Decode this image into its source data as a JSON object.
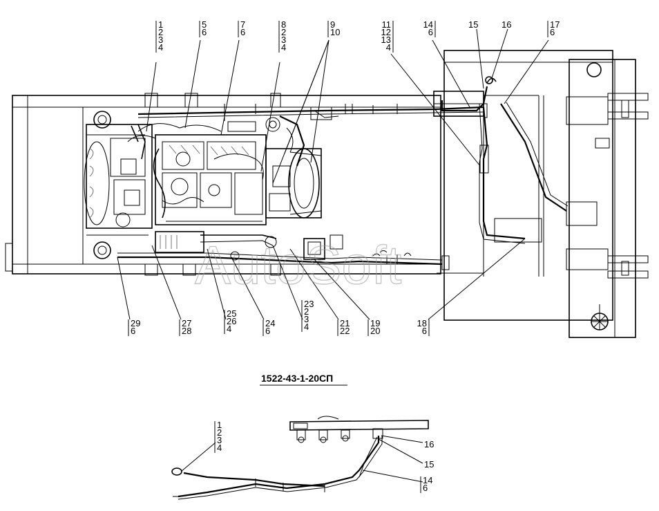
{
  "drawing": {
    "number": "1522-43-1-20СП",
    "watermark": "AutoSoft"
  },
  "callouts_top": [
    {
      "id": "c1",
      "lines": [
        "1",
        "2",
        "3",
        "4"
      ]
    },
    {
      "id": "c5",
      "lines": [
        "5",
        "6"
      ]
    },
    {
      "id": "c7",
      "lines": [
        "7",
        "6"
      ]
    },
    {
      "id": "c8",
      "lines": [
        "8",
        "2",
        "3",
        "4"
      ]
    },
    {
      "id": "c9",
      "lines": [
        "9",
        "10"
      ]
    },
    {
      "id": "c11",
      "lines": [
        "11",
        "12",
        "13",
        "4"
      ]
    },
    {
      "id": "c14",
      "lines": [
        "14",
        "6"
      ]
    },
    {
      "id": "c15",
      "lines": [
        "15"
      ]
    },
    {
      "id": "c16",
      "lines": [
        "16"
      ]
    },
    {
      "id": "c17",
      "lines": [
        "17",
        "6"
      ]
    }
  ],
  "callouts_bottom": [
    {
      "id": "c29",
      "lines": [
        "29",
        "6"
      ]
    },
    {
      "id": "c27",
      "lines": [
        "27",
        "28"
      ]
    },
    {
      "id": "c25",
      "lines": [
        "25",
        "26",
        "4"
      ]
    },
    {
      "id": "c24",
      "lines": [
        "24",
        "6"
      ]
    },
    {
      "id": "c23",
      "lines": [
        "23",
        "2",
        "3",
        "4"
      ]
    },
    {
      "id": "c21",
      "lines": [
        "21",
        "22"
      ]
    },
    {
      "id": "c19",
      "lines": [
        "19",
        "20"
      ]
    },
    {
      "id": "c18",
      "lines": [
        "18",
        "6"
      ]
    }
  ],
  "callouts_detail": [
    {
      "id": "d1",
      "lines": [
        "1",
        "2",
        "3",
        "4"
      ]
    },
    {
      "id": "d16",
      "lines": [
        "16"
      ]
    },
    {
      "id": "d15",
      "lines": [
        "15"
      ]
    },
    {
      "id": "d14",
      "lines": [
        "14",
        "6"
      ]
    }
  ]
}
